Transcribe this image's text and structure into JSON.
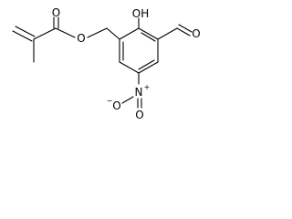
{
  "molecule": {
    "atoms": {
      "o_carbonyl": "O",
      "o_ester": "O",
      "oh": "OH",
      "o_aldehyde": "O",
      "n": "N",
      "n_charge": "+",
      "o_nitro_left": "O",
      "o_nitro_right": "O",
      "o_nitro_charge": "−"
    }
  }
}
